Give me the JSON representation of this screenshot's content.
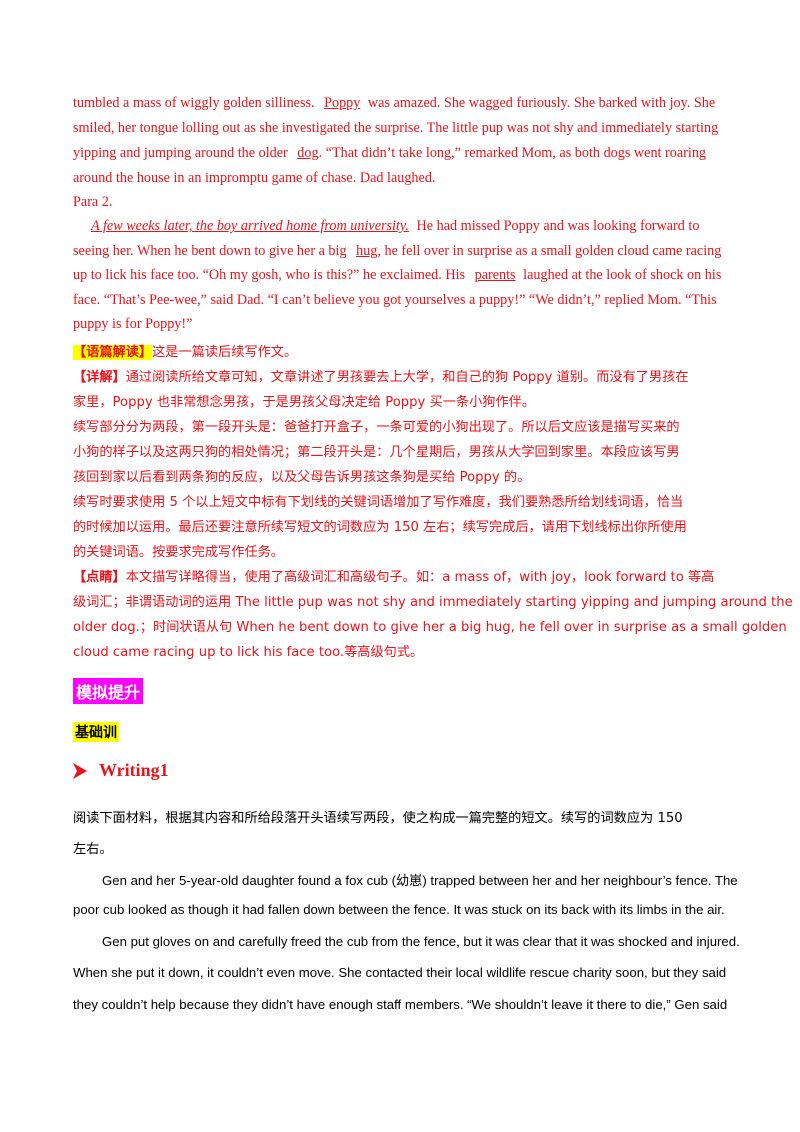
{
  "para1_lines": [
    "tumbled a mass of wiggly golden silliness.",
    "Poppy",
    "was amazed. She wagged furiously. She barked with joy. She",
    "smiled, her tongue lolling out as she investigated the surprise. The little pup was not shy and immediately starting",
    "yipping and jumping around the older",
    "dog",
    ". “That didn’t take long,” remarked Mom, as both dogs went roaring",
    "around the house in an impromptu game of chase. Dad laughed."
  ],
  "para2_label": "Para 2.",
  "para2": {
    "opening": "A few weeks later, the boy arrived home from university.",
    "l1_rest": "He had missed Poppy and was looking forward to",
    "l2a": "seeing her. When he bent down to give her a big",
    "l2_hug": "hug",
    "l2b": ", he fell over in surprise as a small golden cloud came racing",
    "l3a": "up to lick his face too. “Oh my gosh, who is this?” he exclaimed. His",
    "l3_parents": "parents",
    "l3b": "laughed at the look of shock on his",
    "l4": "face. “That’s Pee-wee,” said Dad. “I can’t believe you got yourselves a puppy!” “We didn’t,” replied Mom. “This",
    "l5": "puppy is for Poppy!”"
  },
  "analysis": {
    "tag1": "【语篇解读】",
    "tag1_text": "这是一篇读后续写作文。",
    "tag2": "【详解】",
    "lines": [
      "通过阅读所给文章可知，文章讲述了男孩要去上大学，和自己的狗 Poppy 道别。而没有了男孩在",
      "家里，Poppy 也非常想念男孩，于是男孩父母决定给 Poppy 买一条小狗作伴。",
      "续写部分分为两段，第一段开头是：爸爸打开盒子，一条可爱的小狗出现了。所以后文应该是描写买来的",
      "小狗的样子以及这两只狗的相处情况；第二段开头是：几个星期后，男孩从大学回到家里。本段应该写男",
      "孩回到家以后看到两条狗的反应，以及父母告诉男孩这条狗是买给 Poppy 的。",
      "续写时要求使用 5 个以上短文中标有下划线的关键词语增加了写作难度，我们要熟悉所给划线词语，恰当",
      "的时候加以运用。最后还要注意所续写短文的词数应为 150 左右；续写完成后，请用下划线标出你所使用",
      "的关键词语。按要求完成写作任务。"
    ],
    "tag3": "【点睛】",
    "dj_lines": [
      "本文描写详略得当，使用了高级词汇和高级句子。如：a mass of，with joy，look forward to 等高",
      "级词汇；非谓语动词的运用 The little pup was not shy and immediately starting yipping and jumping around the",
      "older dog.；时间状语从句 When he bent down to give her a big hug, he fell over in surprise as a small golden",
      "cloud came racing up to lick his face too.等高级句式。"
    ]
  },
  "section_title": "模拟提升",
  "sub_title": "基础训",
  "writing_title": "Writing1",
  "instruction_lines": [
    "阅读下面材料，根据其内容和所给段落开头语续写两段，使之构成一篇完整的短文。续写的词数应为 150",
    "左右。"
  ],
  "story_lines": [
    "Gen and her 5-year-old daughter found a fox cub (幼崽) trapped between her and her neighbour’s fence. The",
    "poor cub looked as though it had fallen down between the fence. It was stuck on its back with its limbs in the air.",
    "Gen put gloves on and carefully freed the cub from the fence, but it was clear that it was shocked and injured.",
    "When she put it down, it couldn’t even move. She contacted their local wildlife rescue charity soon, but they said",
    "they couldn’t help because they didn’t have enough staff members. “We shouldn’t leave it there to die,” Gen said"
  ],
  "colors": {
    "red": "#e8141b",
    "yellow": "#ffff00",
    "magenta": "#ff00ff"
  }
}
